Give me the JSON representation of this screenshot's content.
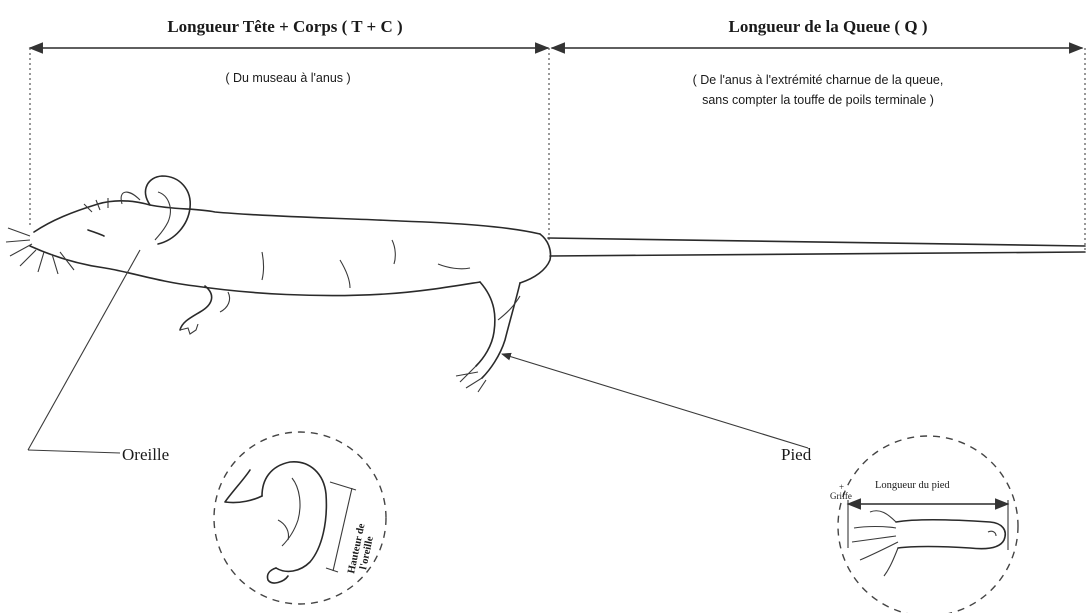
{
  "header": {
    "head_body_title": "Longueur Tête + Corps  ( T + C )",
    "tail_title": "Longueur de la Queue  ( Q )"
  },
  "notes": {
    "head_body": "( Du museau à l'anus )",
    "tail_line1": "( De l'anus à l'extrémité charnue de la queue,",
    "tail_line2": "sans compter la touffe de poils terminale )"
  },
  "callouts": {
    "ear": "Oreille",
    "foot": "Pied",
    "ear_height_line1": "Hauteur de",
    "ear_height_line2": "l'oreille",
    "claw_plus": "+",
    "claw": "Griffe",
    "foot_length": "Longueur du pied"
  }
}
